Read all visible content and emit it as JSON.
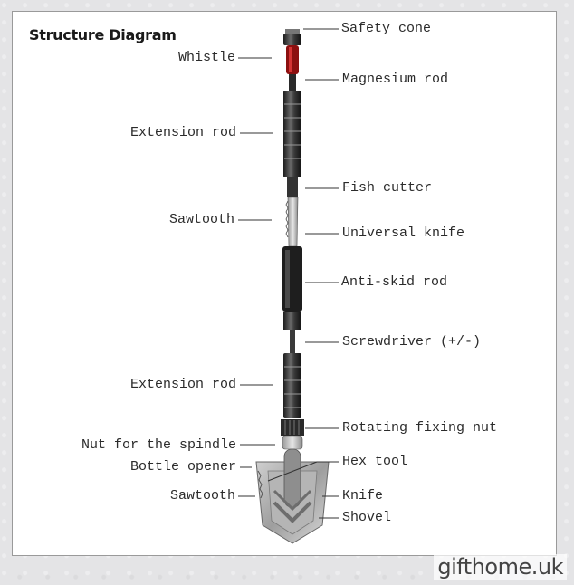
{
  "title": "Structure Diagram",
  "watermark": "gifthome.uk",
  "labels": {
    "safety_cone": "Safety cone",
    "whistle": "Whistle",
    "magnesium_rod": "Magnesium rod",
    "extension_rod_1": "Extension rod",
    "fish_cutter": "Fish cutter",
    "sawtooth_1": "Sawtooth",
    "universal_knife": "Universal knife",
    "anti_skid_rod": "Anti-skid rod",
    "screwdriver": "Screwdriver (+/-)",
    "extension_rod_2": "Extension rod",
    "rotating_fixing_nut": "Rotating fixing nut",
    "nut_for_spindle": "Nut for the spindle",
    "bottle_opener": "Bottle opener",
    "hex_tool": "Hex tool",
    "sawtooth_2": "Sawtooth",
    "knife": "Knife",
    "shovel": "Shovel"
  }
}
